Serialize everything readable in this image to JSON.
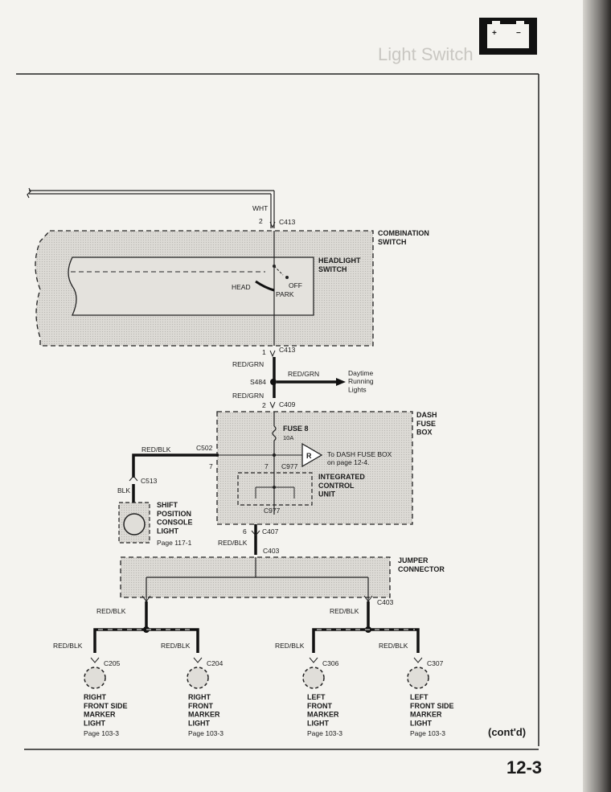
{
  "page": {
    "page_number": "12-3",
    "continued": "(cont'd)",
    "ghost_title": "Light Switch"
  },
  "components": {
    "combination_switch": "COMBINATION\nSWITCH",
    "headlight_switch": "HEADLIGHT\nSWITCH",
    "head": "HEAD",
    "off": "OFF",
    "park": "PARK",
    "dash_fuse_box": "DASH\nFUSE\nBOX",
    "fuse_name": "FUSE 8",
    "fuse_rating": "10A",
    "relay_letter": "R",
    "relay_ref": "To DASH FUSE BOX\non page 12-4.",
    "icu": "INTEGRATED\nCONTROL\nUNIT",
    "jumper": "JUMPER\nCONNECTOR",
    "drl": "Daytime\nRunning\nLights",
    "shift_light": "SHIFT\nPOSITION\nCONSOLE\nLIGHT",
    "shift_page": "Page 117-1"
  },
  "wires": {
    "wht": "WHT",
    "red_grn": "RED/GRN",
    "red_blk": "RED/BLK",
    "blk": "BLK"
  },
  "connectors": {
    "c413": "C413",
    "s484": "S484",
    "c409": "C409",
    "c502": "C502",
    "c977": "C977",
    "c513": "C513",
    "c407": "C407",
    "c403": "C403",
    "c205": "C205",
    "c204": "C204",
    "c306": "C306",
    "c307": "C307"
  },
  "pins": {
    "p2": "2",
    "p1": "1",
    "p7": "7",
    "p6": "6"
  },
  "lights": [
    {
      "name": "RIGHT\nFRONT SIDE\nMARKER\nLIGHT",
      "page": "Page 103-3"
    },
    {
      "name": "RIGHT\nFRONT\nMARKER\nLIGHT",
      "page": "Page 103-3"
    },
    {
      "name": "LEFT\nFRONT\nMARKER\nLIGHT",
      "page": "Page 103-3"
    },
    {
      "name": "LEFT\nFRONT SIDE\nMARKER\nLIGHT",
      "page": "Page 103-3"
    }
  ],
  "colors": {
    "ink": "#1a1a1a",
    "box_fill": "#d9d7d2",
    "paper": "#f4f3ef"
  }
}
